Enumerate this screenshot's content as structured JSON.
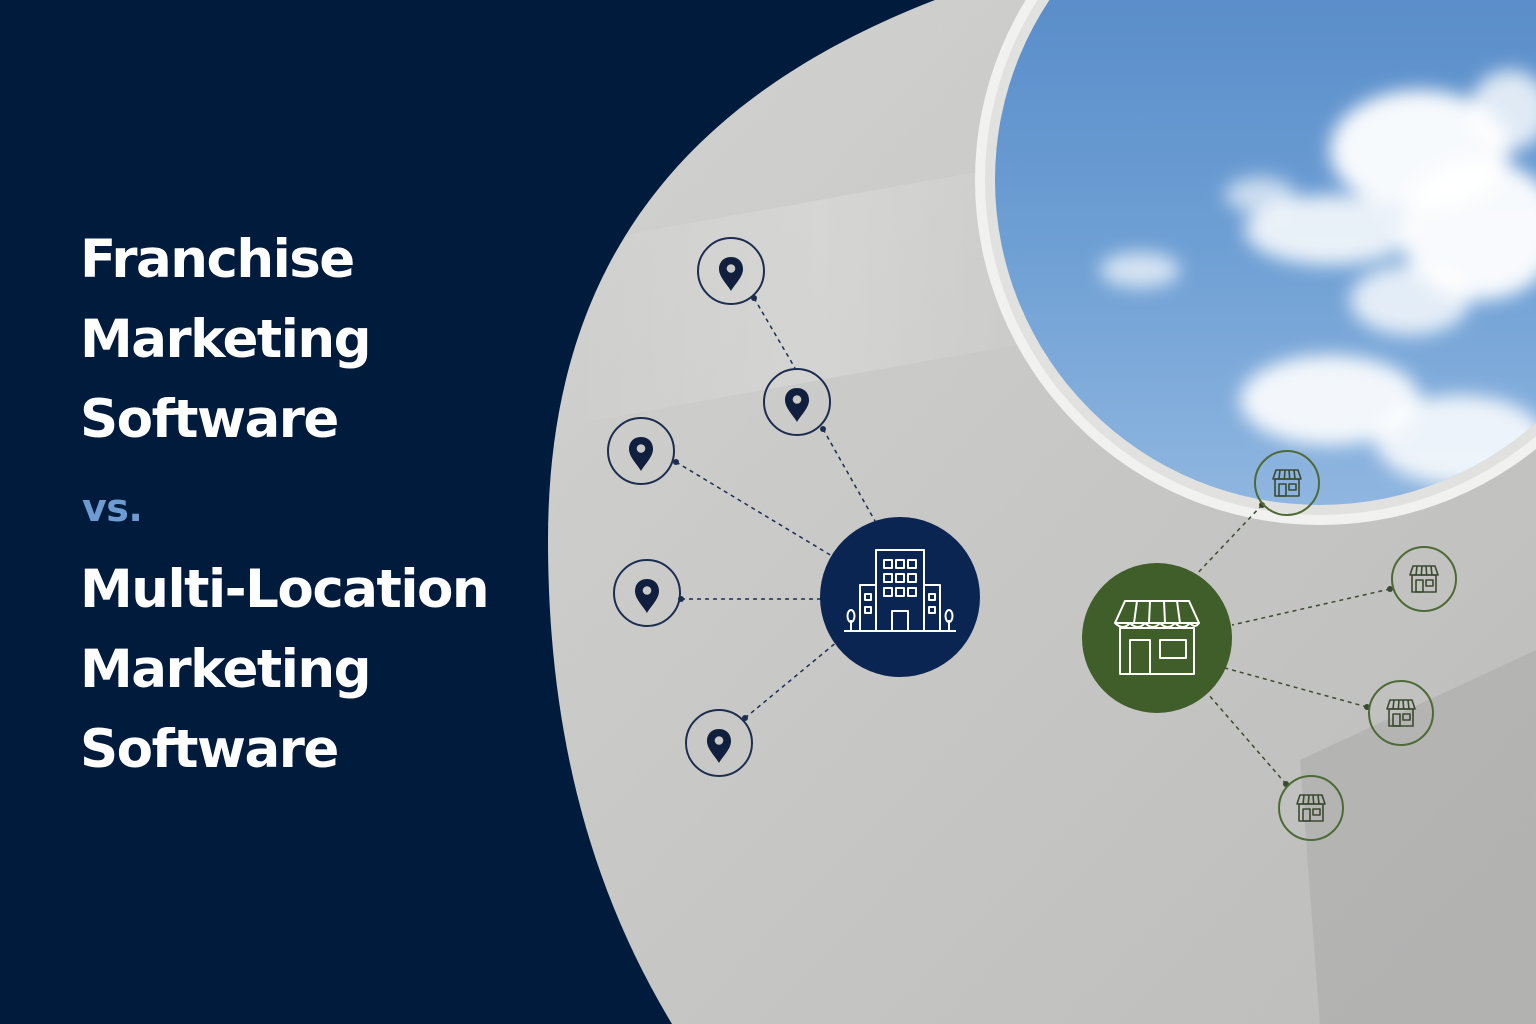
{
  "headline_top": {
    "line1": "Franchise",
    "line2": "Marketing",
    "line3": "Software"
  },
  "separator": "vs.",
  "headline_bottom": {
    "line1": "Multi-Location",
    "line2": "Marketing",
    "line3": "Software"
  },
  "colors": {
    "navy_background": "#011b3d",
    "vs_accent": "#6e9cd0",
    "hub_navy": "#0b2553",
    "hub_green": "#3f5e2a",
    "node_navy_stroke": "#1c2d4f",
    "node_green_stroke": "#4e6b36",
    "concrete": "#c9c9c7",
    "sky": "#5b8fcc"
  },
  "diagram": {
    "franchise_hub": {
      "icon": "office-building-icon",
      "nodes": [
        {
          "icon": "location-pin-icon"
        },
        {
          "icon": "location-pin-icon"
        },
        {
          "icon": "location-pin-icon"
        },
        {
          "icon": "location-pin-icon"
        },
        {
          "icon": "location-pin-icon"
        }
      ]
    },
    "multi_location_hub": {
      "icon": "storefront-icon",
      "nodes": [
        {
          "icon": "storefront-icon"
        },
        {
          "icon": "storefront-icon"
        },
        {
          "icon": "storefront-icon"
        },
        {
          "icon": "storefront-icon"
        }
      ]
    }
  }
}
